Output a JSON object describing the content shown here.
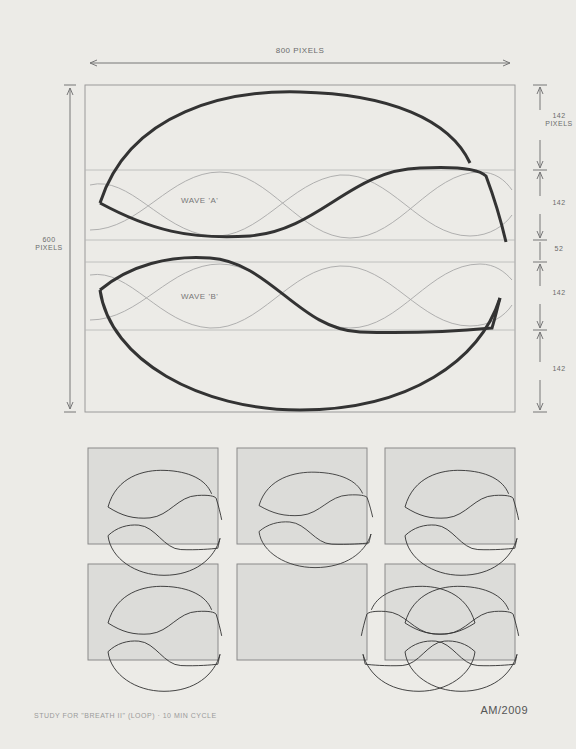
{
  "diagram": {
    "caption": "STUDY FOR \"BREATH II\" (LOOP) · 10 MIN CYCLE",
    "labels": [
      "800 PIXELS",
      "600 PIXELS",
      "142 PIXELS",
      "142",
      "52",
      "142",
      "142",
      "WAVE 'A'",
      "WAVE 'B'",
      "AM/2009"
    ]
  }
}
